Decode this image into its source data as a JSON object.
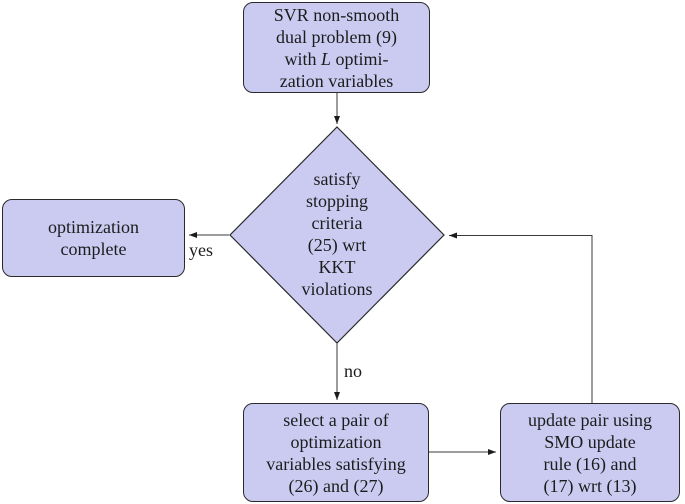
{
  "diagram": {
    "colors": {
      "background": "#ffffff",
      "node_fill": "#cbcbf2",
      "node_border": "#2a2a2a",
      "line": "#3a3a3a",
      "ink": "#1c1c1c"
    },
    "nodes": {
      "start": {
        "line1": "SVR non-smooth",
        "line2": "dual problem (9)",
        "line3_pre": "with ",
        "line3_italic": "L",
        "line3_post": " optimi-",
        "line4": "zation variables"
      },
      "decision": {
        "line1": "satisfy",
        "line2": "stopping",
        "line3": "criteria",
        "line4": "(25) wrt",
        "line5": "KKT",
        "line6": "violations"
      },
      "complete": {
        "line1": "optimization",
        "line2": "complete"
      },
      "select_pair": {
        "line1": "select a pair of",
        "line2": "optimization",
        "line3": "variables satisfying",
        "line4": "(26) and (27)"
      },
      "update_pair": {
        "line1": "update pair using",
        "line2": "SMO update",
        "line3": "rule (16) and",
        "line4": "(17) wrt (13)"
      }
    },
    "edge_labels": {
      "yes": "yes",
      "no": "no"
    }
  }
}
